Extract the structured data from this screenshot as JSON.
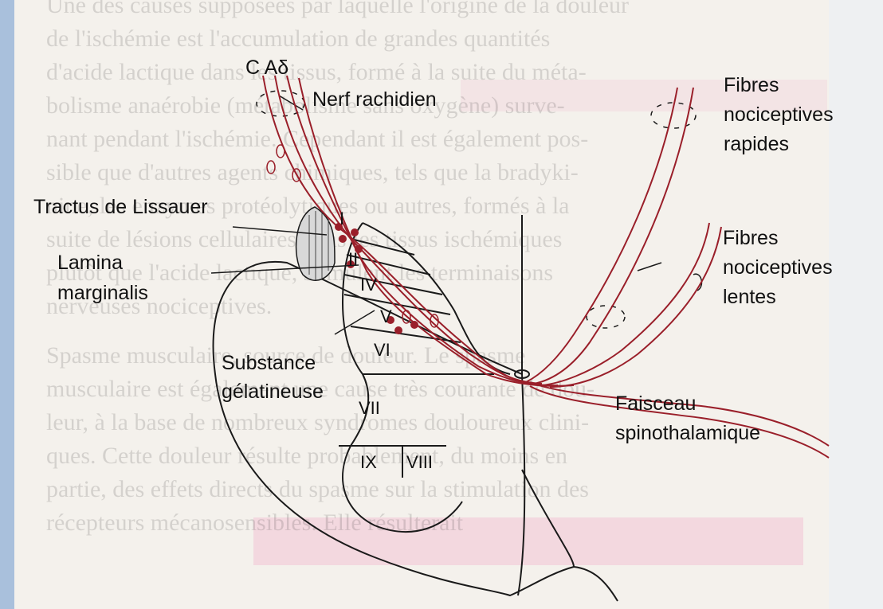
{
  "labels": {
    "c_adelta": "C Aδ",
    "nerf": "Nerf rachidien",
    "fibres_rapides_1": "Fibres",
    "fibres_rapides_2": "nociceptives",
    "fibres_rapides_3": "rapides",
    "tractus": "Tractus de Lissauer",
    "lamina_1": "Lamina",
    "lamina_2": "marginalis",
    "fibres_lentes_1": "Fibres",
    "fibres_lentes_2": "nociceptives",
    "fibres_lentes_3": "lentes",
    "substance_1": "Substance",
    "substance_2": "gélatineuse",
    "faisceau_1": "Faisceau",
    "faisceau_2": "spinothalamique"
  },
  "laminae": {
    "I": "I",
    "II": "II",
    "IV": "IV",
    "V": "V",
    "VI": "VI",
    "VII": "VII",
    "VIII": "VIII",
    "IX": "IX"
  },
  "background_text": [
    "Une des causes supposées par laquelle l'origine de la douleur",
    "de l'ischémie est l'accumulation de grandes quantités",
    "d'acide lactique dans les tissus, formé à la suite du méta-",
    "bolisme anaérobie (métabolisme sans oxygène) surve-",
    "nant pendant l'ischémie. Cependant il est également pos-",
    "sible que d'autres agents chimiques, tels que la bradyki-",
    "nine, les enzymes protéolytiques ou autres, formés à la",
    "suite de lésions cellulaires dans les tissus ischémiques",
    "plutôt que l'acide lactique, stimulent les terminaisons",
    "nerveuses nociceptives.",
    "Spasme musculaire, source de douleur. Le spasme",
    "musculaire est également une cause très courante de dou-",
    "leur, à la base de nombreux syndromes douloureux clini-",
    "ques. Cette douleur résulte probablement, du moins en",
    "partie, des effets directs du spasme sur la stimulation des",
    "récepteurs mécanosensibles. Elle résulterait"
  ],
  "colors": {
    "fiber": "#9a1f2a",
    "outline": "#1a1a1a",
    "page": "#f4f1ec"
  }
}
